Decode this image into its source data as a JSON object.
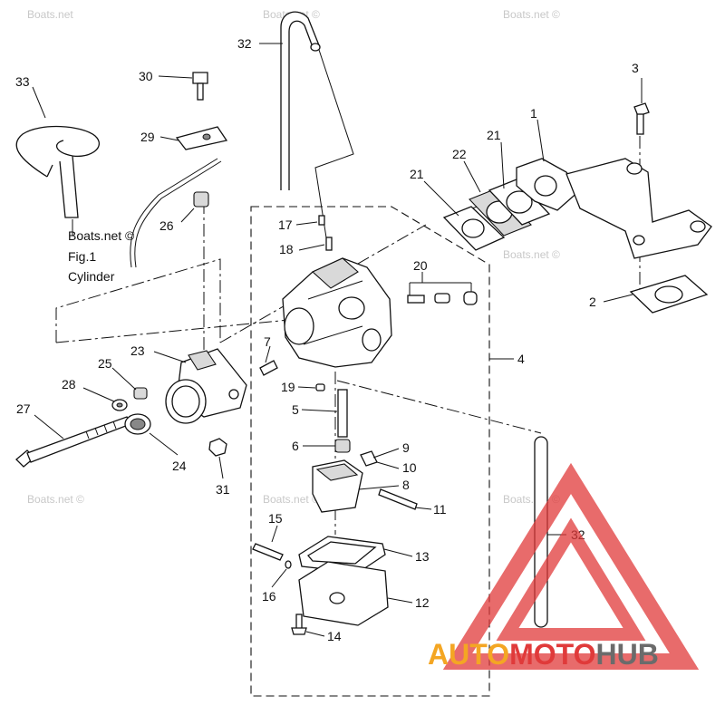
{
  "watermarks": [
    "Boats.net",
    "Boats.net ©",
    "Boats.net ©",
    "Boats.net ©",
    "Boats.net ©",
    "Boats.net ©",
    "Boats.net ©"
  ],
  "note": {
    "line1": "Boats.net ©",
    "line2": "Fig.1",
    "line3": "Cylinder"
  },
  "callouts": {
    "c1": "1",
    "c2": "2",
    "c3": "3",
    "c4": "4",
    "c5": "5",
    "c6": "6",
    "c7": "7",
    "c8": "8",
    "c9": "9",
    "c10": "10",
    "c11": "11",
    "c12": "12",
    "c13": "13",
    "c14": "14",
    "c15": "15",
    "c16": "16",
    "c17": "17",
    "c18": "18",
    "c19": "19",
    "c20": "20",
    "c21a": "21",
    "c21b": "21",
    "c22": "22",
    "c23": "23",
    "c24": "24",
    "c25": "25",
    "c26": "26",
    "c27": "27",
    "c28": "28",
    "c29": "29",
    "c30": "30",
    "c31": "31",
    "c32a": "32",
    "c32b": "32",
    "c33": "33"
  },
  "logo": {
    "part1": "AUTO",
    "part2": "MOTO",
    "part3": "HUB"
  },
  "colors": {
    "logo_red": "#e03a3a",
    "logo_orange": "#f4a623",
    "logo_gray": "#6b6b6b",
    "watermark": "#c8c8c8",
    "line": "#111111"
  }
}
